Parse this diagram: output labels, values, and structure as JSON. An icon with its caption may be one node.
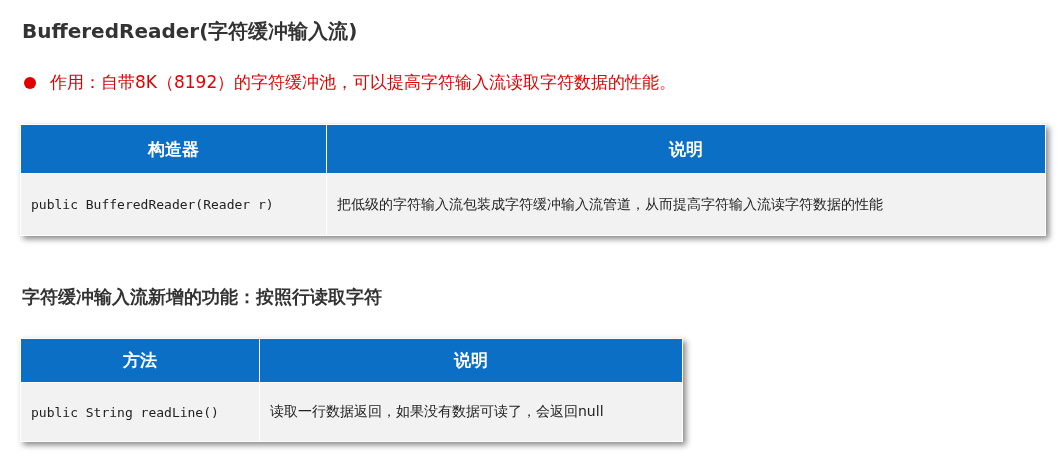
{
  "diagram": {
    "title": "BufferedReader(字符缓冲输入流)",
    "labels": [
      "作用：自带8K（8192）的字符缓冲池，可以提高字符输入流读取字符数据的性能。",
      "构造器",
      "说明",
      "public BufferedReader(Reader r)",
      "把低级的字符输入流包装成字符缓冲输入流管道，从而提高字符输入流读字符数据的性能",
      "字符缓冲输入流新增的功能：按照行读取字符",
      "方法",
      "说明",
      "public String readLine()",
      "读取一行数据返回，如果没有数据可读了，会返回null"
    ]
  }
}
